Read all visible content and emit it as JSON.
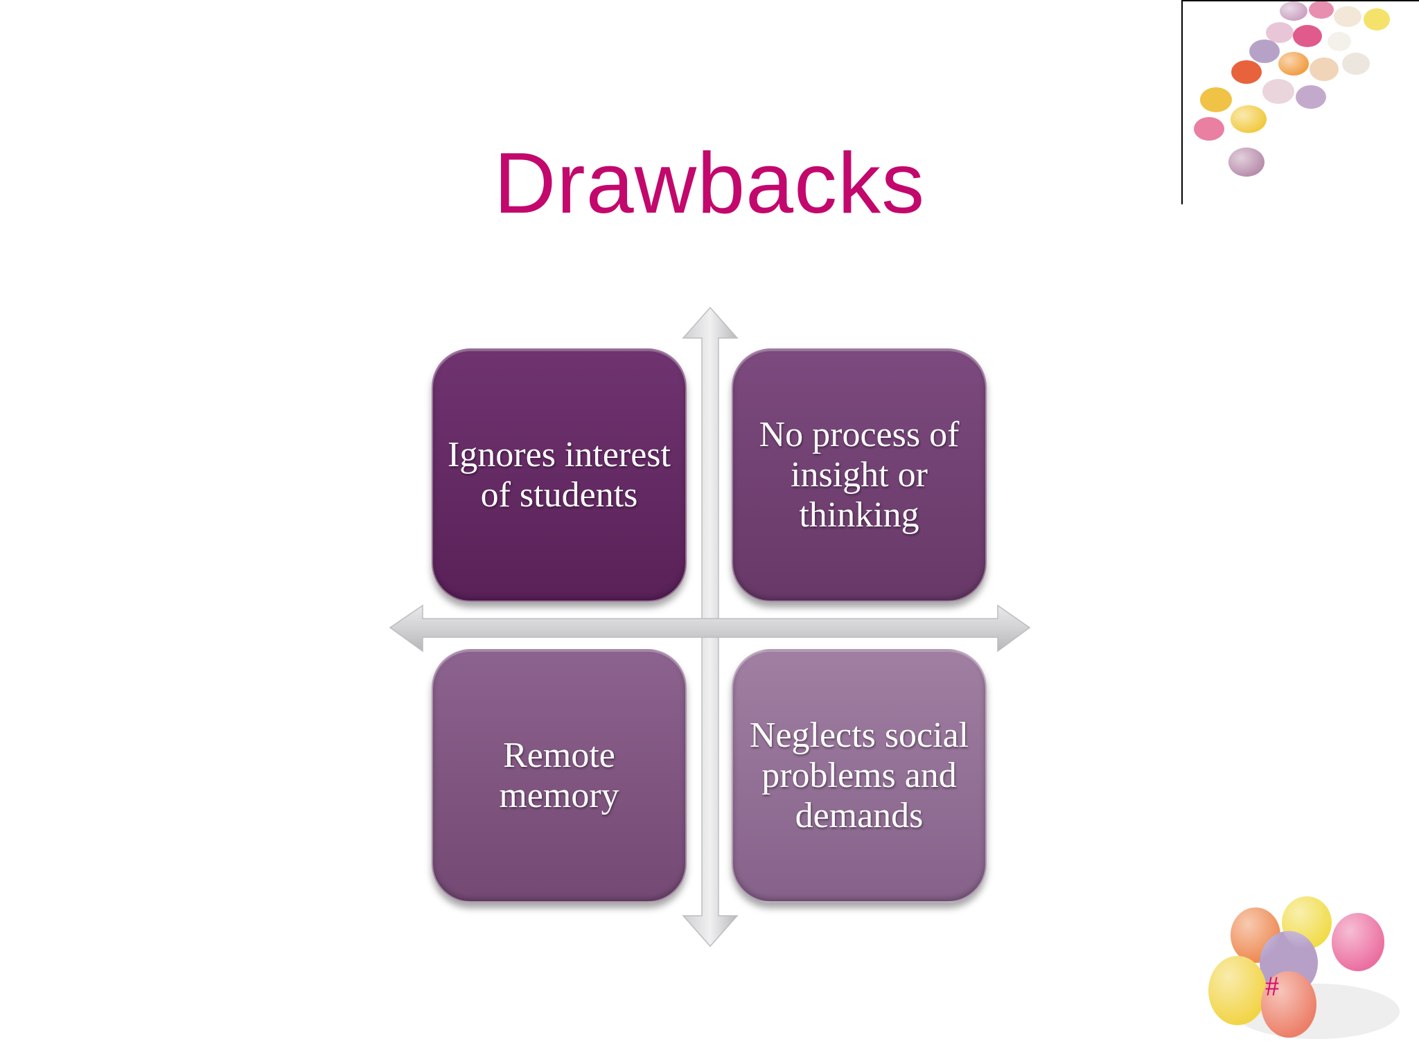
{
  "slide": {
    "title": "Drawbacks",
    "page_number": "#",
    "title_color": "#c2086c",
    "quadrants": [
      {
        "text": "Ignores interest of students",
        "color": "#5f2760"
      },
      {
        "text": "No process of insight or thinking",
        "color": "#703f71"
      },
      {
        "text": "Remote memory",
        "color": "#805582"
      },
      {
        "text": "Neglects social problems and demands",
        "color": "#926f94"
      }
    ],
    "images": [
      "candy-eggs-photo-top",
      "candy-eggs-photo-bottom"
    ]
  }
}
